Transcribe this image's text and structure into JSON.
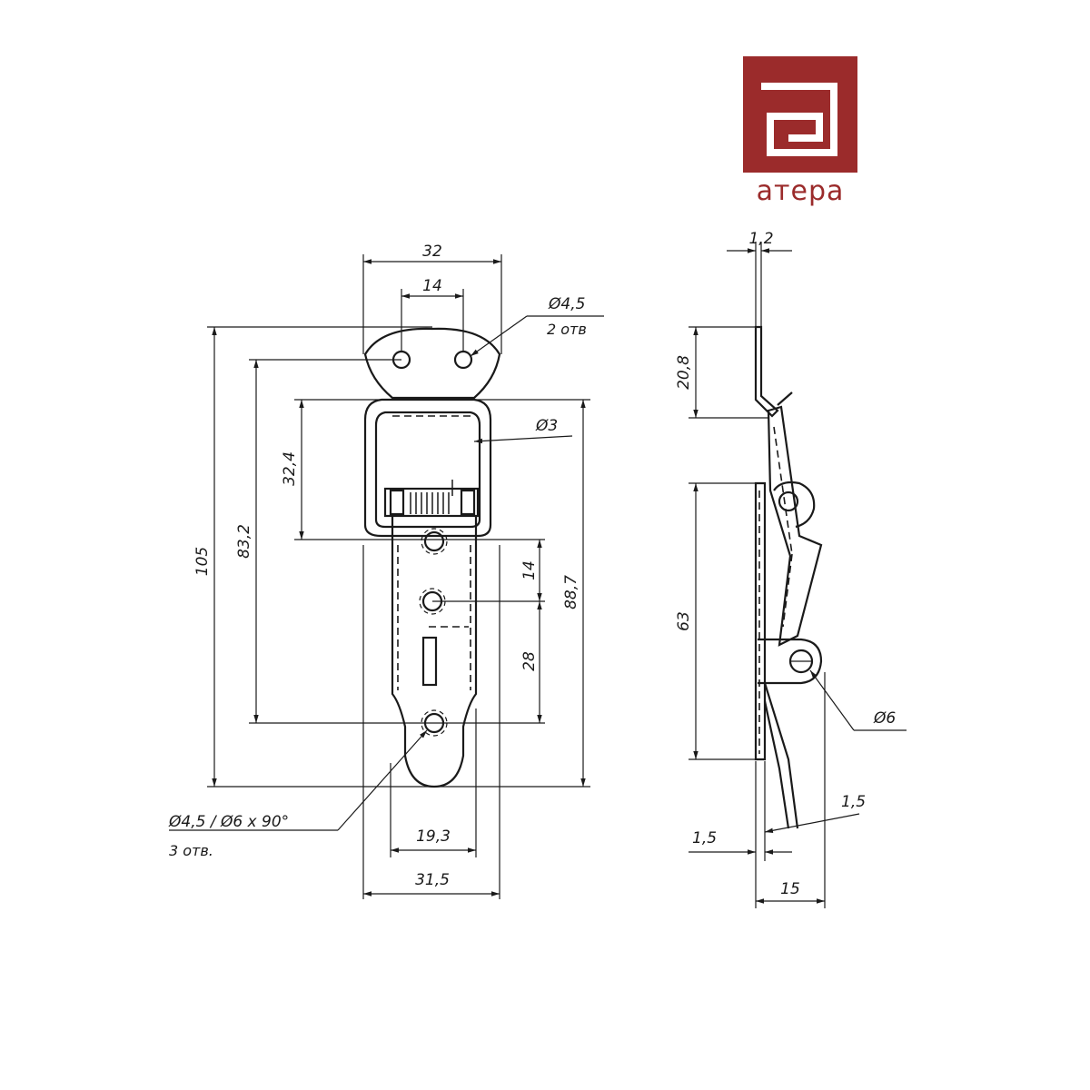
{
  "brand": {
    "name": "атера",
    "logo_letter": "a",
    "color": "#9B2B2B"
  },
  "front_view": {
    "dims": {
      "width_top": "32",
      "hole_spacing": "14",
      "hole_top": "Ø4,5",
      "hole_top_count": "2 отв",
      "slot": "Ø3",
      "overall_height": "105",
      "holes_span": "83,2",
      "loop_height": "32,4",
      "pitch_small": "14",
      "plate_height": "88,7",
      "pitch_large": "28",
      "bottom_holes": "Ø4,5 / Ø6 x 90°",
      "bottom_holes_count": "3 отв.",
      "tongue_width": "19,3",
      "base_width": "31,5"
    }
  },
  "side_view": {
    "dims": {
      "thickness_top": "1,2",
      "keeper_height": "20,8",
      "body_height": "63",
      "pivot_hole": "Ø6",
      "thickness_lever": "1,5",
      "thickness_base": "1,5",
      "depth": "15"
    }
  }
}
